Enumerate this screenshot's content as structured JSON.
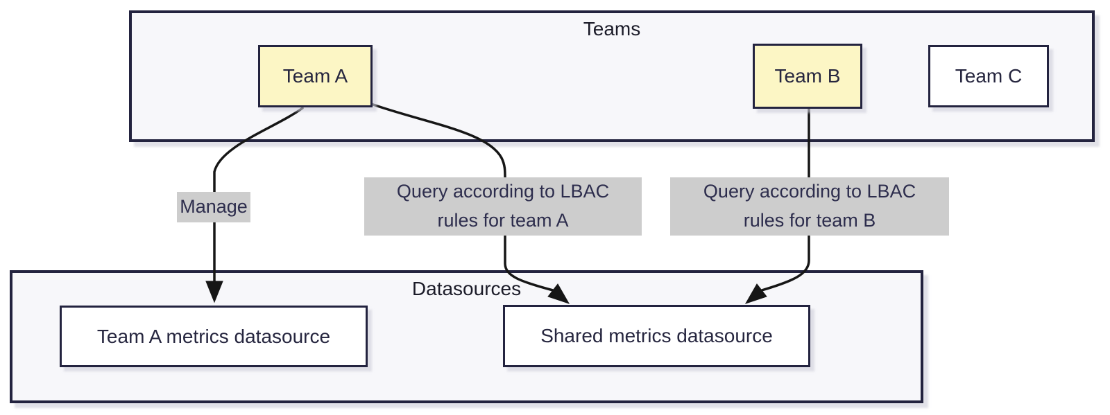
{
  "diagram_type": "flowchart",
  "containers": {
    "teams": {
      "label": "Teams"
    },
    "datasources": {
      "label": "Datasources"
    }
  },
  "nodes": {
    "team_a": {
      "label": "Team A",
      "container": "Teams",
      "highlighted": true
    },
    "team_b": {
      "label": "Team B",
      "container": "Teams",
      "highlighted": true
    },
    "team_c": {
      "label": "Team C",
      "container": "Teams",
      "highlighted": false
    },
    "team_a_metrics": {
      "label": "Team A metrics datasource",
      "container": "Datasources",
      "highlighted": false
    },
    "shared_metrics": {
      "label": "Shared metrics datasource",
      "container": "Datasources",
      "highlighted": false
    }
  },
  "edges": {
    "manage": {
      "from": "Team A",
      "to": "Team A metrics datasource",
      "label": "Manage"
    },
    "query_a": {
      "from": "Team A",
      "to": "Shared metrics datasource",
      "label": "Query according to LBAC rules for team A"
    },
    "query_b": {
      "from": "Team B",
      "to": "Shared metrics datasource",
      "label": "Query according to LBAC rules for team B"
    }
  },
  "colors": {
    "background": "#ffffff",
    "cluster_fill": "#f7f7fa",
    "border": "#23233f",
    "node_fill": "#ffffff",
    "highlight_fill": "#fcf6c5",
    "edge_label_bg": "#cdcdcd",
    "title_text": "#1b1b28",
    "node_text": "#26263f",
    "edge_label_text": "#2d2d4d",
    "arrow": "#161616"
  }
}
